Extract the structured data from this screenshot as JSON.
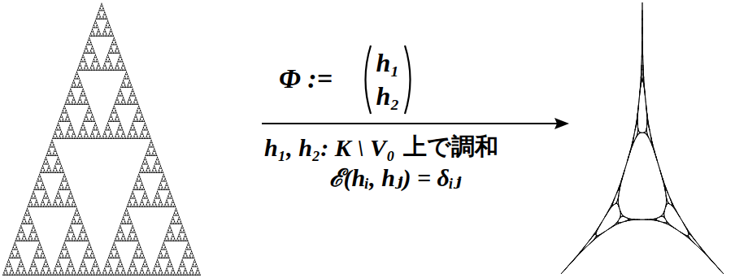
{
  "diagram": {
    "labels": [
      "Φ :=",
      "h₁",
      "h₂",
      "h₁, h₂: K \\ V₀",
      "上で調和",
      "ℰ(hᵢ, hⱼ) = δᵢⱼ"
    ]
  }
}
